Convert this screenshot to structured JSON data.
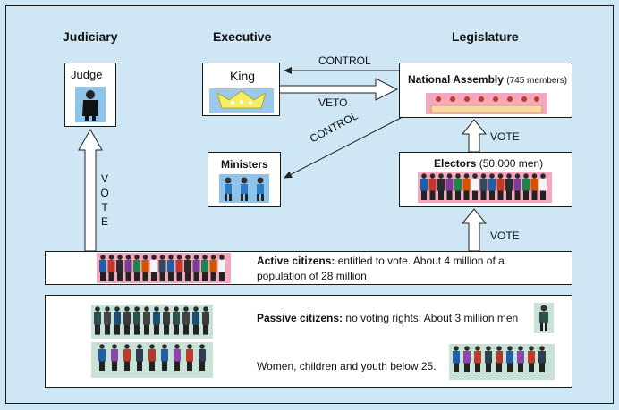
{
  "headers": {
    "judiciary": "Judiciary",
    "executive": "Executive",
    "legislature": "Legislature"
  },
  "judge": {
    "label": "Judge"
  },
  "king": {
    "label": "King"
  },
  "ministers": {
    "label": "Ministers"
  },
  "national_assembly": {
    "label": "National Assembly",
    "members": "(745 members)"
  },
  "electors": {
    "label": "Electors",
    "count": "(50,000 men)"
  },
  "arrows": {
    "control_top": "CONTROL",
    "veto": "VETO",
    "control_diag": "CONTROL",
    "vote_electors_assembly": "VOTE",
    "vote_active_electors": "VOTE",
    "vote_judge": "V O T E"
  },
  "active": {
    "label": "Active citizens:",
    "text1": " entitled to vote. About 4 million of a",
    "text2": "population of 28 million"
  },
  "passive": {
    "label": "Passive citizens:",
    "text": " no voting rights. About 3 million men",
    "women": "Women, children and youth below 25."
  },
  "colors": {
    "background": "#cfe6f4",
    "pink": "#f3a9bd",
    "crown": "#f6ee63"
  }
}
